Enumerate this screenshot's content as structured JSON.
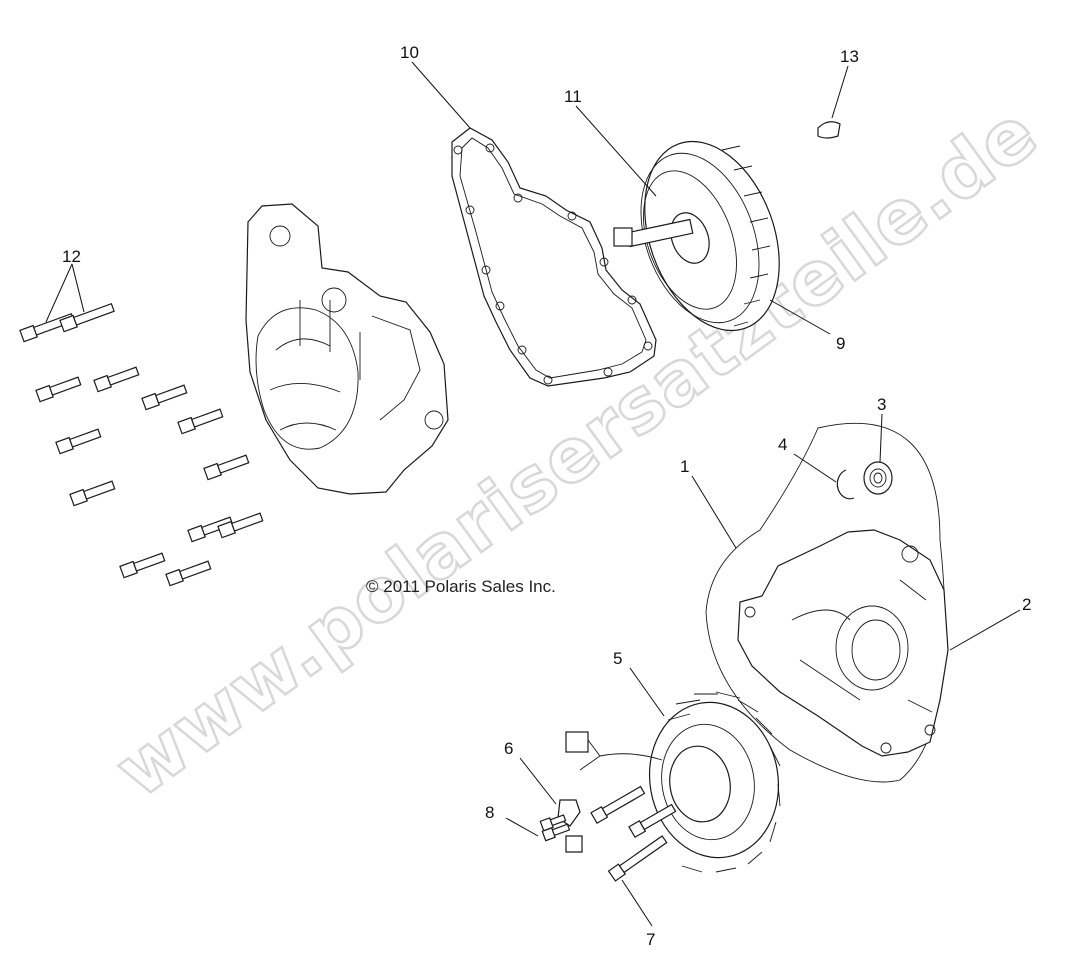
{
  "copyright": "© 2011 Polaris Sales Inc.",
  "watermark": "www.polarisersatzteile.de",
  "callouts": [
    "1",
    "2",
    "3",
    "4",
    "5",
    "6",
    "7",
    "8",
    "9",
    "10",
    "11",
    "12",
    "13"
  ]
}
